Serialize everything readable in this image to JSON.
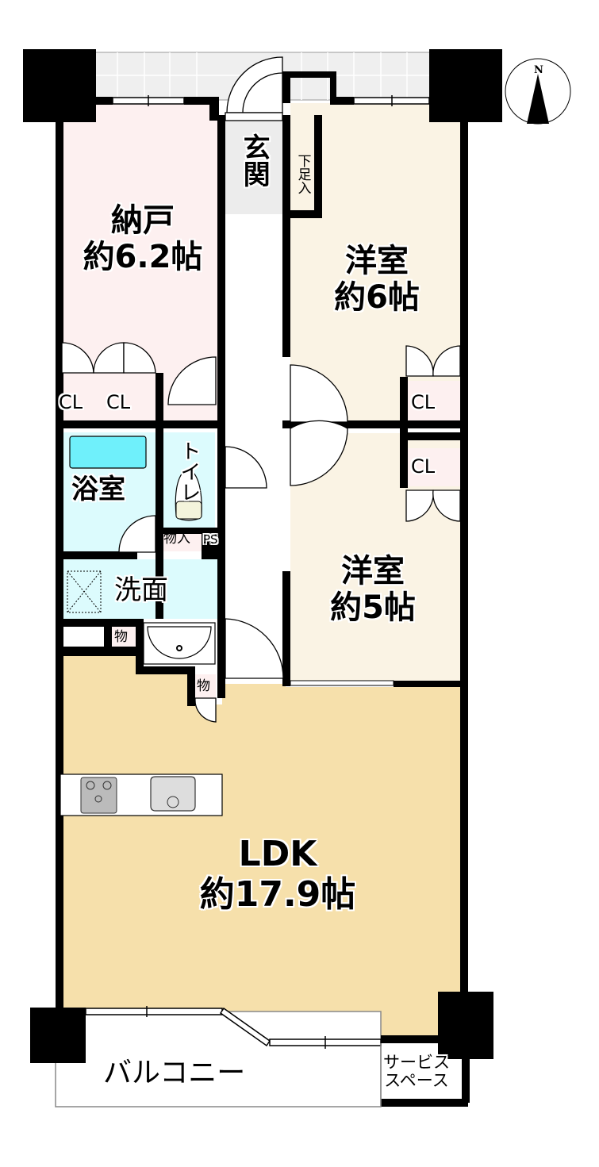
{
  "colors": {
    "wall": "#000000",
    "storage_pink": "#fdf0f0",
    "western_room_cream": "#faf3e4",
    "wet_area_cyan": "#dcfbfd",
    "bathtub": "#6ff0fb",
    "ldk_tan": "#f6e0ab",
    "entrance_tile": "#efefef",
    "hallway": "#ffffff"
  },
  "compass": {
    "label": "N"
  },
  "rooms": {
    "nando": {
      "name": "納戸",
      "size": "約6.2帖"
    },
    "entrance": {
      "name": "玄関"
    },
    "shoe_storage": {
      "name": "下足入"
    },
    "western_1": {
      "name": "洋室",
      "size": "約6帖"
    },
    "western_2": {
      "name": "洋室",
      "size": "約5帖"
    },
    "bath": {
      "name": "浴室"
    },
    "toilet": {
      "name": "トイレ"
    },
    "washroom": {
      "name": "洗面"
    },
    "ldk": {
      "name": "LDK",
      "size": "約17.9帖"
    },
    "balcony": {
      "name": "バルコニー"
    },
    "service_space": {
      "line1": "サービス",
      "line2": "スペース"
    }
  },
  "storage_labels": {
    "cl_nando_left": "CL",
    "cl_nando_right": "CL",
    "cl_western_1": "CL",
    "cl_western_2": "CL",
    "monoire": "物入",
    "ps": "PS",
    "mono_washroom": "物",
    "mono_hall": "物"
  }
}
